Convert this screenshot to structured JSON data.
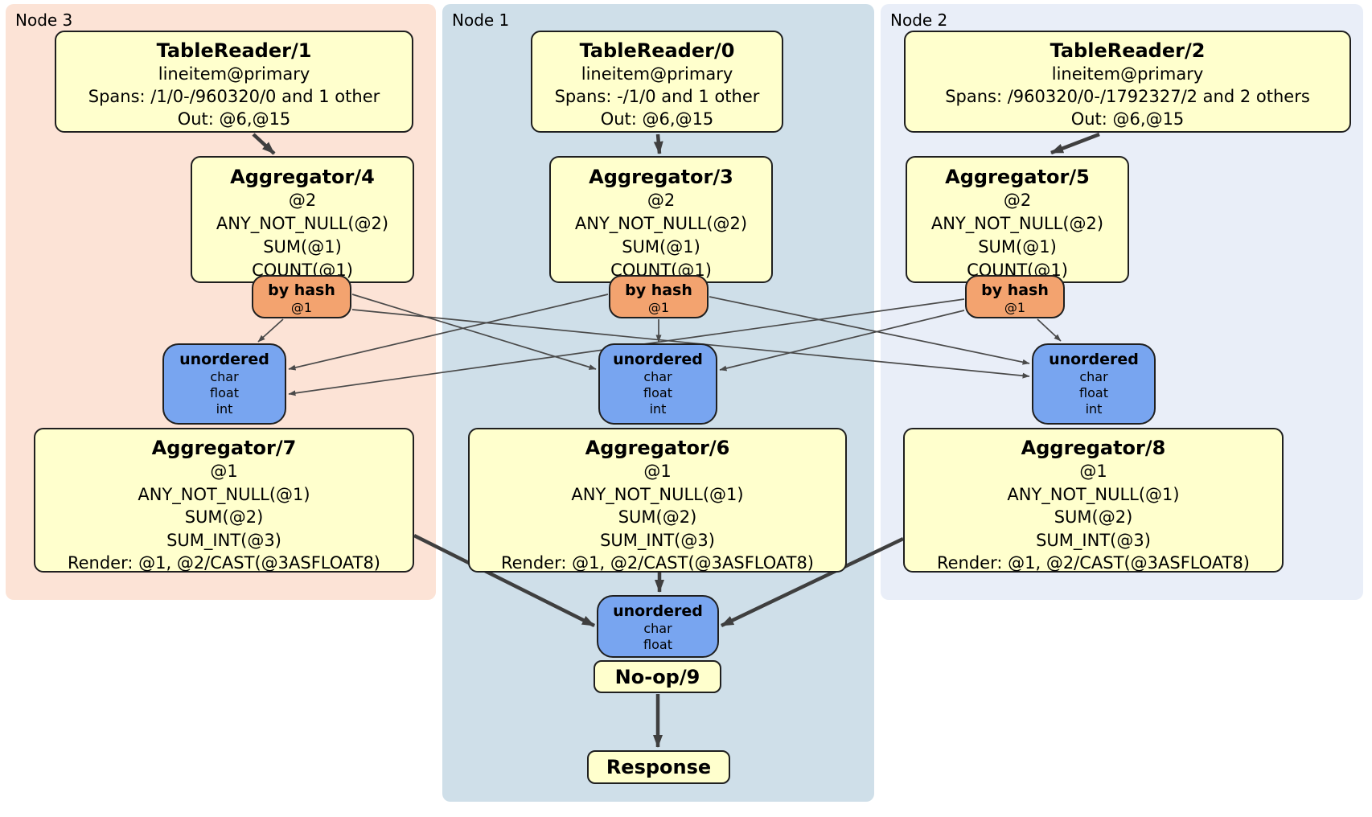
{
  "regions": {
    "node3": {
      "label": "Node 3"
    },
    "node1": {
      "label": "Node 1"
    },
    "node2": {
      "label": "Node 2"
    }
  },
  "processors": {
    "tr1": {
      "title": "TableReader/1",
      "lines": [
        "lineitem@primary",
        "Spans: /1/0-/960320/0 and 1 other",
        "Out: @6,@15"
      ]
    },
    "tr0": {
      "title": "TableReader/0",
      "lines": [
        "lineitem@primary",
        "Spans: -/1/0 and 1 other",
        "Out: @6,@15"
      ]
    },
    "tr2": {
      "title": "TableReader/2",
      "lines": [
        "lineitem@primary",
        "Spans: /960320/0-/1792327/2 and 2 others",
        "Out: @6,@15"
      ]
    },
    "agg4": {
      "title": "Aggregator/4",
      "lines": [
        "@2",
        "ANY_NOT_NULL(@2)",
        "SUM(@1)",
        "COUNT(@1)"
      ]
    },
    "agg3": {
      "title": "Aggregator/3",
      "lines": [
        "@2",
        "ANY_NOT_NULL(@2)",
        "SUM(@1)",
        "COUNT(@1)"
      ]
    },
    "agg5": {
      "title": "Aggregator/5",
      "lines": [
        "@2",
        "ANY_NOT_NULL(@2)",
        "SUM(@1)",
        "COUNT(@1)"
      ]
    },
    "agg7": {
      "title": "Aggregator/7",
      "lines": [
        "@1",
        "ANY_NOT_NULL(@1)",
        "SUM(@2)",
        "SUM_INT(@3)",
        "Render: @1, @2/CAST(@3ASFLOAT8)"
      ]
    },
    "agg6": {
      "title": "Aggregator/6",
      "lines": [
        "@1",
        "ANY_NOT_NULL(@1)",
        "SUM(@2)",
        "SUM_INT(@3)",
        "Render: @1, @2/CAST(@3ASFLOAT8)"
      ]
    },
    "agg8": {
      "title": "Aggregator/8",
      "lines": [
        "@1",
        "ANY_NOT_NULL(@1)",
        "SUM(@2)",
        "SUM_INT(@3)",
        "Render: @1, @2/CAST(@3ASFLOAT8)"
      ]
    },
    "noop": {
      "title": "No-op/9"
    },
    "response": {
      "title": "Response"
    }
  },
  "routers": {
    "r3": {
      "title": "by hash",
      "detail": "@1"
    },
    "r1": {
      "title": "by hash",
      "detail": "@1"
    },
    "r2": {
      "title": "by hash",
      "detail": "@1"
    }
  },
  "syncs": {
    "s3": {
      "title": "unordered",
      "types": [
        "char",
        "float",
        "int"
      ]
    },
    "s1": {
      "title": "unordered",
      "types": [
        "char",
        "float",
        "int"
      ]
    },
    "s2": {
      "title": "unordered",
      "types": [
        "char",
        "float",
        "int"
      ]
    },
    "sf": {
      "title": "unordered",
      "types": [
        "char",
        "float"
      ]
    }
  },
  "colors": {
    "node3_bg": "#fce3d6",
    "node1_bg": "#cfdfe9",
    "node2_bg": "#e9eef8",
    "processor_bg": "#ffffcd",
    "router_bg": "#f3a36f",
    "sync_bg": "#78a5f0",
    "box_border": "#1f1f1f",
    "edge_thin": "#4a4a4a",
    "edge_thick": "#3f3f3f"
  }
}
